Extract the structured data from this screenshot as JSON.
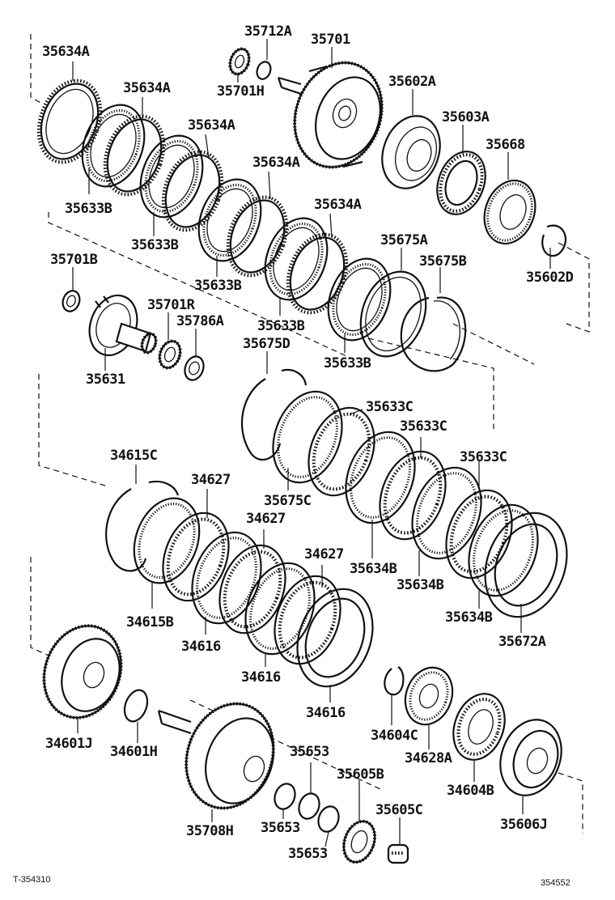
{
  "labels": {
    "p_35634A_1": "35634A",
    "p_35634A_2": "35634A",
    "p_35634A_3": "35634A",
    "p_35634A_4": "35634A",
    "p_35634A_5": "35634A",
    "p_35633B_1": "35633B",
    "p_35633B_2": "35633B",
    "p_35633B_3": "35633B",
    "p_35633B_4": "35633B",
    "p_35633B_5": "35633B",
    "p_35712A": "35712A",
    "p_35701": "35701",
    "p_35701H": "35701H",
    "p_35602A": "35602A",
    "p_35603A": "35603A",
    "p_35668": "35668",
    "p_35602D": "35602D",
    "p_35675A": "35675A",
    "p_35675B": "35675B",
    "p_35701B": "35701B",
    "p_35701R": "35701R",
    "p_35786A": "35786A",
    "p_35631": "35631",
    "p_35675D": "35675D",
    "p_35675C": "35675C",
    "p_35633C_1": "35633C",
    "p_35633C_2": "35633C",
    "p_35633C_3": "35633C",
    "p_35634B_1": "35634B",
    "p_35634B_2": "35634B",
    "p_35634B_3": "35634B",
    "p_35672A": "35672A",
    "p_34615C": "34615C",
    "p_34615B": "34615B",
    "p_34627_1": "34627",
    "p_34627_2": "34627",
    "p_34627_3": "34627",
    "p_34616_1": "34616",
    "p_34616_2": "34616",
    "p_34616_3": "34616",
    "p_34601J": "34601J",
    "p_34601H": "34601H",
    "p_35708H": "35708H",
    "p_35653_1": "35653",
    "p_35653_2": "35653",
    "p_35653_3": "35653",
    "p_35605B": "35605B",
    "p_35605C": "35605C",
    "p_34604C": "34604C",
    "p_34628A": "34628A",
    "p_34604B": "34604B",
    "p_35606J": "35606J"
  },
  "footer": {
    "left_code": "T-354310",
    "right_code": "354552"
  }
}
